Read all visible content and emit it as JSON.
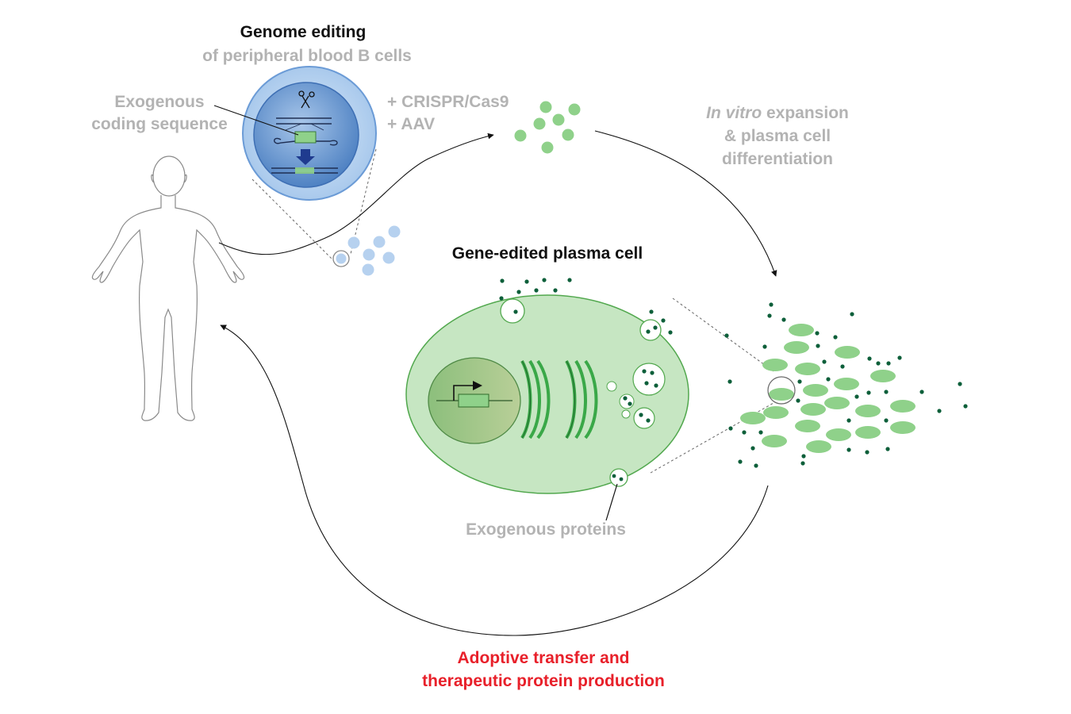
{
  "genome_editing": {
    "title": "Genome editing",
    "subtitle": "of peripheral blood B cells",
    "exogenous_line1": "Exogenous",
    "exogenous_line2": "coding sequence",
    "reagents_line1": "+ CRISPR/Cas9",
    "reagents_line2": "+ AAV"
  },
  "expansion": {
    "italic_part": "In vitro",
    "line1_rest": " expansion",
    "line2": "& plasma cell",
    "line3": "differentiation"
  },
  "plasma_cell": {
    "title": "Gene-edited plasma cell",
    "proteins_label": "Exogenous proteins"
  },
  "transfer": {
    "line1": "Adoptive transfer and",
    "line2": "therapeutic protein production"
  },
  "colors": {
    "label_gray": "#b3b3b3",
    "title_black": "#111111",
    "transfer_red": "#e8202a",
    "b_cell_blue": "#a9c9ec",
    "nucleus_blue": "#5f8fcb",
    "edited_green": "#8fd18a",
    "plasma_green": "#c6e6c2",
    "golgi_green": "#3aa848",
    "protein_dark_green": "#0d5f3a"
  },
  "icons": [
    "human-figure-icon",
    "scissors-icon",
    "down-arrow-icon",
    "transcription-arrow-icon"
  ]
}
